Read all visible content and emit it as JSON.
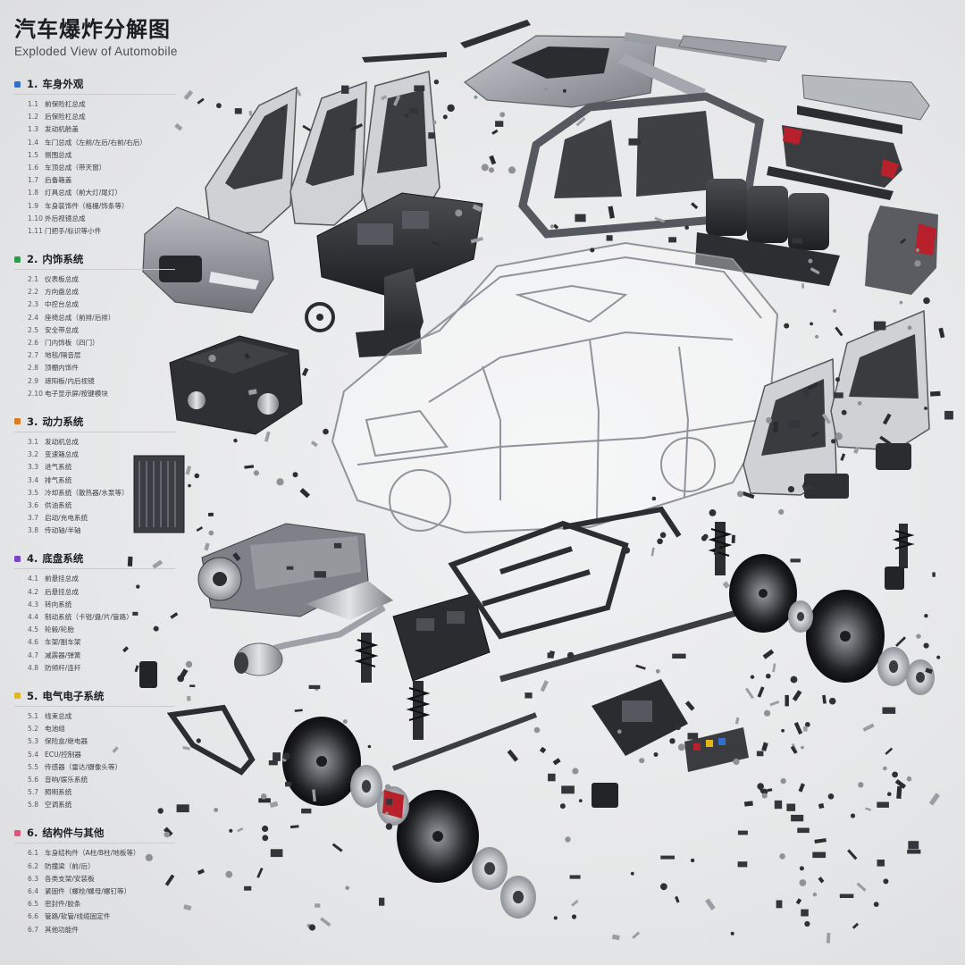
{
  "title": "汽车爆炸分解图",
  "subtitle": "Exploded View of Automobile",
  "sections": [
    {
      "num": "1.",
      "name": "车身外观",
      "color": "#2f6fd0",
      "items": [
        {
          "num": "1.1",
          "label": "前保险杠总成"
        },
        {
          "num": "1.2",
          "label": "后保险杠总成"
        },
        {
          "num": "1.3",
          "label": "发动机舱盖"
        },
        {
          "num": "1.4",
          "label": "车门总成（左前/左后/右前/右后）"
        },
        {
          "num": "1.5",
          "label": "侧围总成"
        },
        {
          "num": "1.6",
          "label": "车顶总成（带天窗）"
        },
        {
          "num": "1.7",
          "label": "后备箱盖"
        },
        {
          "num": "1.8",
          "label": "灯具总成（前大灯/尾灯）"
        },
        {
          "num": "1.9",
          "label": "车身装饰件（格栅/饰条等）"
        },
        {
          "num": "1.10",
          "label": "外后视镜总成"
        },
        {
          "num": "1.11",
          "label": "门把手/标识等小件"
        }
      ]
    },
    {
      "num": "2.",
      "name": "内饰系统",
      "color": "#2e9a4c",
      "items": [
        {
          "num": "2.1",
          "label": "仪表板总成"
        },
        {
          "num": "2.2",
          "label": "方向盘总成"
        },
        {
          "num": "2.3",
          "label": "中控台总成"
        },
        {
          "num": "2.4",
          "label": "座椅总成（前排/后排）"
        },
        {
          "num": "2.5",
          "label": "安全带总成"
        },
        {
          "num": "2.6",
          "label": "门内饰板（四门）"
        },
        {
          "num": "2.7",
          "label": "地毯/隔音层"
        },
        {
          "num": "2.8",
          "label": "顶棚内饰件"
        },
        {
          "num": "2.9",
          "label": "遮阳板/内后视镜"
        },
        {
          "num": "2.10",
          "label": "电子显示屏/按键模块"
        }
      ]
    },
    {
      "num": "3.",
      "name": "动力系统",
      "color": "#e07a1e",
      "items": [
        {
          "num": "3.1",
          "label": "发动机总成"
        },
        {
          "num": "3.2",
          "label": "变速箱总成"
        },
        {
          "num": "3.3",
          "label": "进气系统"
        },
        {
          "num": "3.4",
          "label": "排气系统"
        },
        {
          "num": "3.5",
          "label": "冷却系统（散热器/水泵等）"
        },
        {
          "num": "3.6",
          "label": "供油系统"
        },
        {
          "num": "3.7",
          "label": "启动/充电系统"
        },
        {
          "num": "3.8",
          "label": "传动轴/半轴"
        }
      ]
    },
    {
      "num": "4.",
      "name": "底盘系统",
      "color": "#7a45c8",
      "items": [
        {
          "num": "4.1",
          "label": "前悬挂总成"
        },
        {
          "num": "4.2",
          "label": "后悬挂总成"
        },
        {
          "num": "4.3",
          "label": "转向系统"
        },
        {
          "num": "4.4",
          "label": "制动系统（卡钳/盘/片/管路）"
        },
        {
          "num": "4.5",
          "label": "轮毂/轮胎"
        },
        {
          "num": "4.6",
          "label": "车架/副车架"
        },
        {
          "num": "4.7",
          "label": "减震器/弹簧"
        },
        {
          "num": "4.8",
          "label": "防倾杆/连杆"
        }
      ]
    },
    {
      "num": "5.",
      "name": "电气电子系统",
      "color": "#e4b51c",
      "items": [
        {
          "num": "5.1",
          "label": "线束总成"
        },
        {
          "num": "5.2",
          "label": "电池组"
        },
        {
          "num": "5.3",
          "label": "保险盒/继电器"
        },
        {
          "num": "5.4",
          "label": "ECU/控制器"
        },
        {
          "num": "5.5",
          "label": "传感器（雷达/摄像头等）"
        },
        {
          "num": "5.6",
          "label": "音响/娱乐系统"
        },
        {
          "num": "5.7",
          "label": "照明系统"
        },
        {
          "num": "5.8",
          "label": "空调系统"
        }
      ]
    },
    {
      "num": "6.",
      "name": "结构件与其他",
      "color": "#d9587a",
      "items": [
        {
          "num": "6.1",
          "label": "车身结构件（A柱/B柱/地板等）"
        },
        {
          "num": "6.2",
          "label": "防撞梁（前/后）"
        },
        {
          "num": "6.3",
          "label": "各类支架/安装板"
        },
        {
          "num": "6.4",
          "label": "紧固件（螺栓/螺母/螺钉等）"
        },
        {
          "num": "6.5",
          "label": "密封件/胶条"
        },
        {
          "num": "6.6",
          "label": "管路/软管/线缆固定件"
        },
        {
          "num": "6.7",
          "label": "其他功能件"
        }
      ]
    }
  ],
  "colors": {
    "background": "#e9eaeb",
    "body_gray": "#8e9196",
    "dark_part": "#2b2d30",
    "metal": "#b7babe",
    "glass_frame": "#9aa0a8",
    "brake_red": "#b8202c"
  }
}
